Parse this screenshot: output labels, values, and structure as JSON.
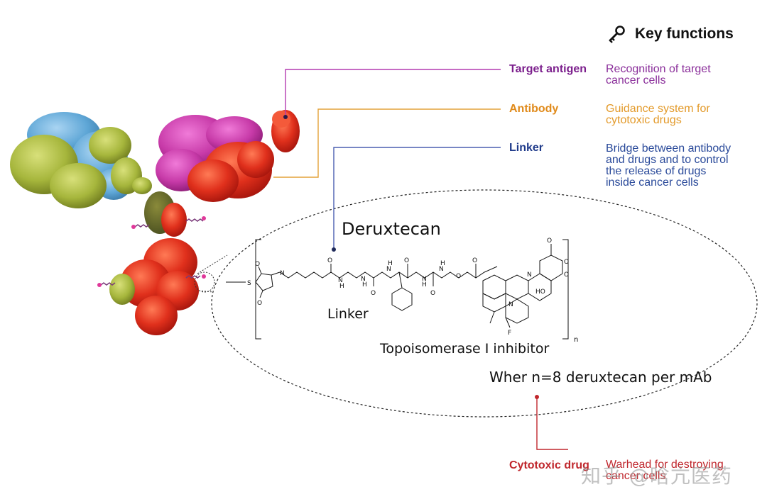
{
  "key_functions": {
    "title": "Key functions",
    "icon": "key-icon",
    "rows": [
      {
        "component": "Target antigen",
        "description": [
          "Recognition of target",
          "cancer cells"
        ],
        "color": "#7b1e8c"
      },
      {
        "component": "Antibody",
        "description": [
          "Guidance system for",
          "cytotoxic drugs"
        ],
        "color": "#e08a1a"
      },
      {
        "component": "Linker",
        "description": [
          "Bridge between antibody",
          "and drugs and to control",
          "the release of drugs",
          "inside cancer cells"
        ],
        "color": "#1f3a8a"
      },
      {
        "component": "Cytotoxic drug",
        "description": [
          "Warhead for destroying",
          "cancer cells"
        ],
        "color": "#c0272d"
      }
    ]
  },
  "structure": {
    "title": "Deruxtecan",
    "linker_label": "Linker",
    "payload_label": "Topoisomerase I inhibitor",
    "dar_note": "Wher n=8 deruxtecan per mAb",
    "subscript": "n",
    "atoms": [
      "S",
      "O",
      "O",
      "N",
      "O",
      "N",
      "H",
      "O",
      "N",
      "H",
      "O",
      "N",
      "H",
      "O",
      "N",
      "H",
      "O",
      "O",
      "N",
      "H",
      "N",
      "O",
      "O",
      "O",
      "HO",
      "N",
      "F"
    ]
  },
  "watermark": "知乎 @晗亢医药"
}
